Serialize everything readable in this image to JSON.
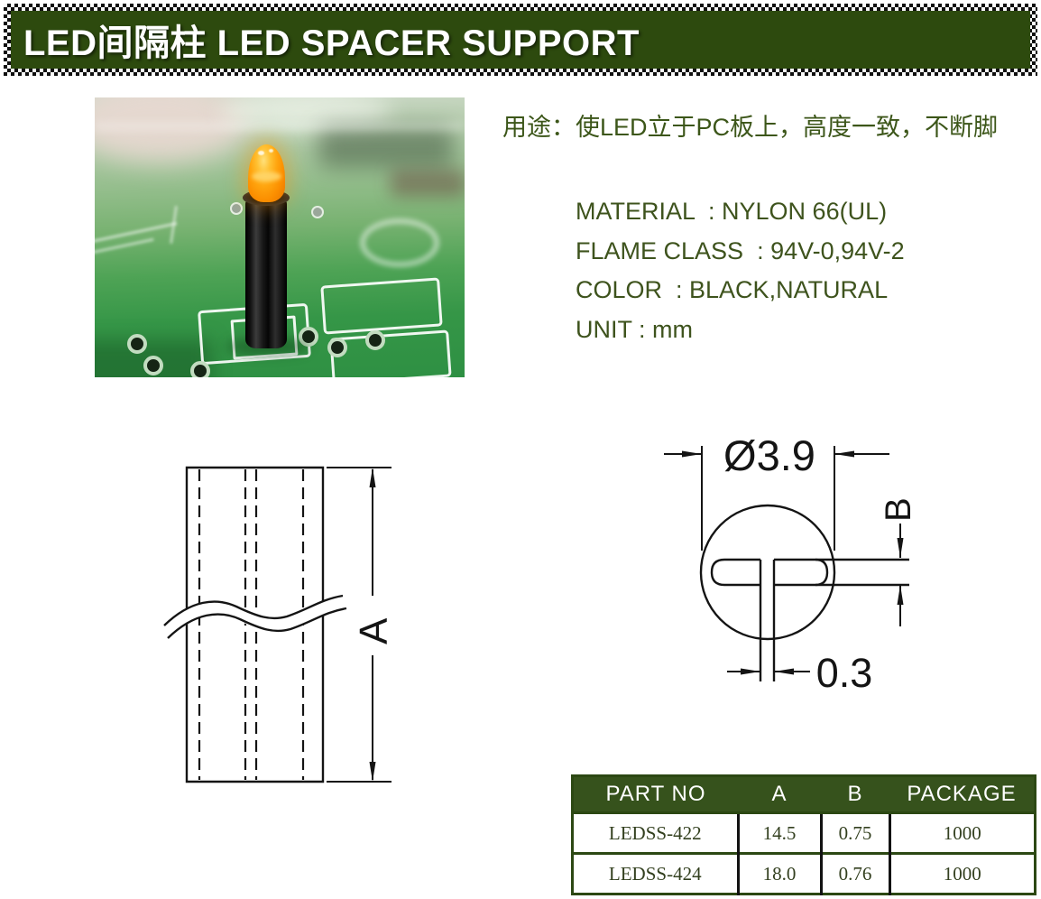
{
  "header": {
    "title": "LED间隔柱 LED SPACER SUPPORT"
  },
  "intro": {
    "usage": "用途：使LED立于PC板上，高度一致，不断脚"
  },
  "specs": {
    "material": "MATERIAL  : NYLON 66(UL)",
    "flame_class": "FLAME CLASS  : 94V-0,94V-2",
    "color": "COLOR  : BLACK,NATURAL",
    "unit": "UNIT : mm"
  },
  "drawings": {
    "side_view": {
      "length_label": "A"
    },
    "top_view": {
      "diameter_label": "Ø3.9",
      "slot_depth_label": "B",
      "slot_width_label": "0.3"
    }
  },
  "table": {
    "headers": [
      "PART NO",
      "A",
      "B",
      "PACKAGE"
    ],
    "rows": [
      [
        "LEDSS-422",
        "14.5",
        "0.75",
        "1000"
      ],
      [
        "LEDSS-424",
        "18.0",
        "0.76",
        "1000"
      ]
    ]
  },
  "colors": {
    "banner_green": "#2d4a0e",
    "table_header_green": "#36521c",
    "text_green": "#3e531d",
    "led_orange": "#ffa40e",
    "pcb_green": "#2e9043"
  }
}
